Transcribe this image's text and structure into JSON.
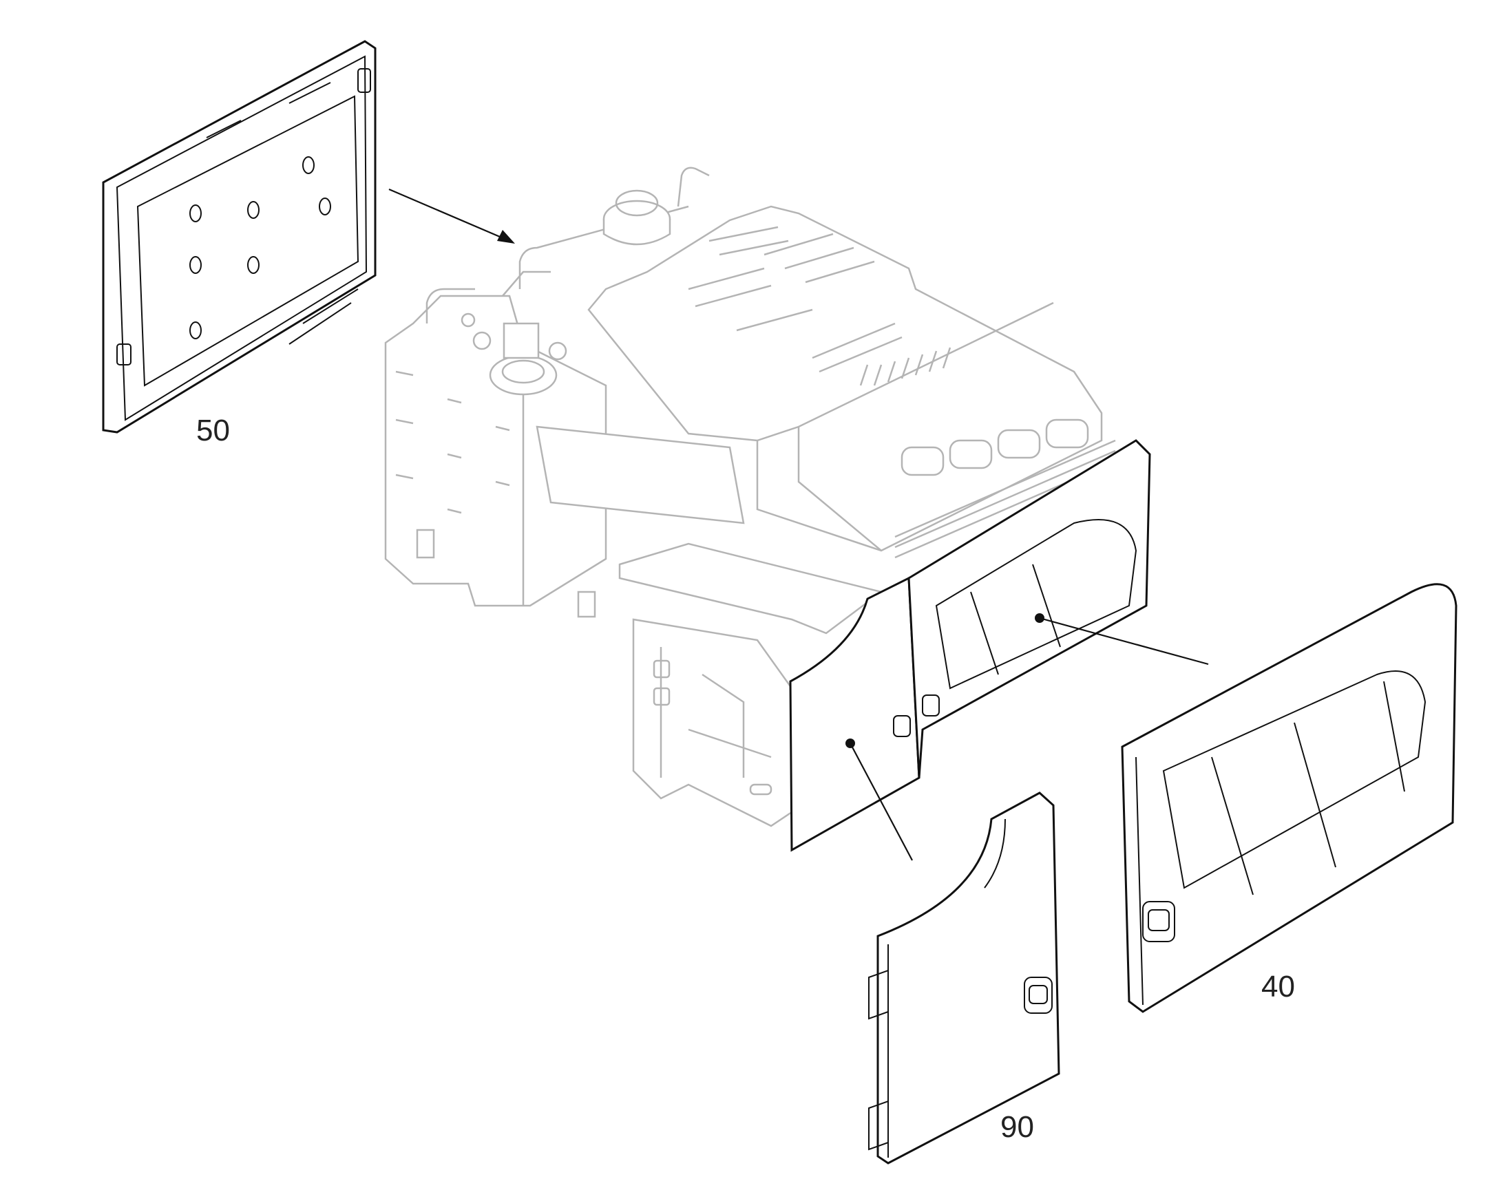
{
  "colors": {
    "background": "#ffffff",
    "line": "#111111",
    "ghost_line": "#b4b4b4"
  },
  "callouts": [
    {
      "id": "part-50",
      "label": "50"
    },
    {
      "id": "part-40",
      "label": "40"
    },
    {
      "id": "part-90",
      "label": "90"
    }
  ]
}
